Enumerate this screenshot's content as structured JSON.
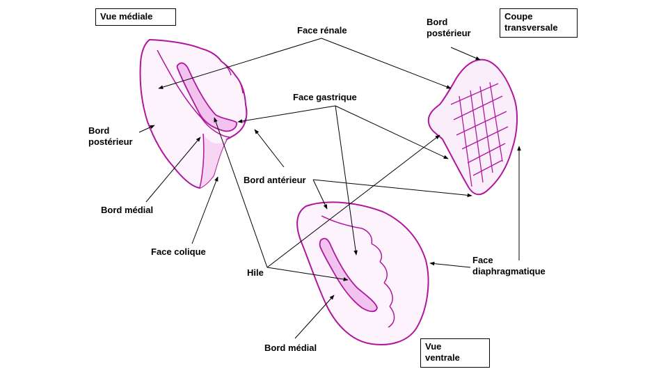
{
  "boxes": {
    "vue_mediale": "Vue médiale",
    "coupe_transversale": "Coupe\ntransversale",
    "vue_ventrale": "Vue\nventrale"
  },
  "labels": {
    "face_renale": "Face rénale",
    "face_gastrique": "Face gastrique",
    "bord_posterieur_left": "Bord\npostérieur",
    "bord_posterieur_right": "Bord\npostérieur",
    "bord_anterieur": "Bord antérieur",
    "bord_medial_left": "Bord médial",
    "bord_medial_bottom": "Bord médial",
    "face_colique": "Face colique",
    "hile": "Hile",
    "face_diaphragmatique": "Face\ndiaphragmatique"
  },
  "colors": {
    "outline": "#b0169c",
    "fill": "#fbeefb",
    "hilum_fill": "#f2c3ee",
    "arrow": "#000000"
  }
}
